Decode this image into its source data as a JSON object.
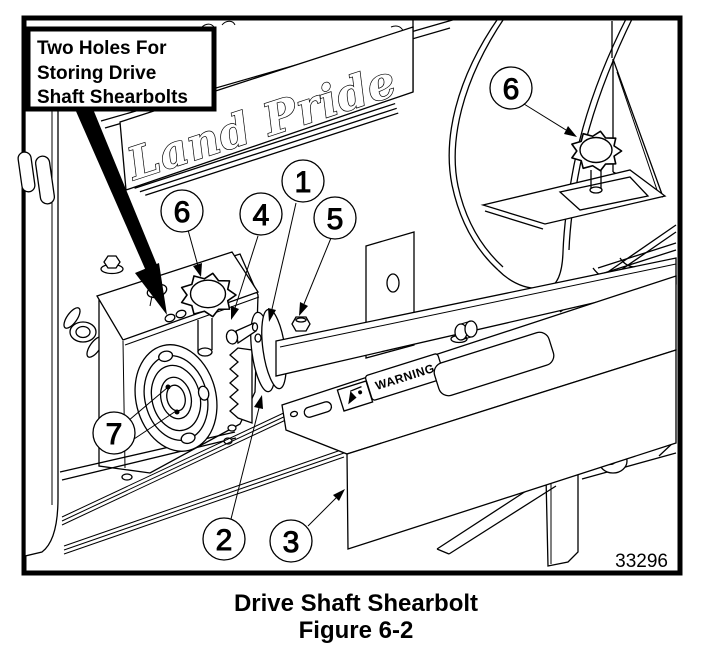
{
  "figure": {
    "callout_box": {
      "line1": "Two Holes For",
      "line2": "Storing Drive",
      "line3": "Shaft Shearbolts"
    },
    "logo_text": "Land Pride",
    "warning_text": "WARNING",
    "part_number": "33296",
    "caption": {
      "title": "Drive Shaft Shearbolt",
      "figure_label": "Figure 6-2"
    },
    "callouts": [
      {
        "id": "drive-shaft-coupler",
        "label": "1"
      },
      {
        "id": "shear-coupling",
        "label": "2"
      },
      {
        "id": "shield",
        "label": "3"
      },
      {
        "id": "shearbolt",
        "label": "4"
      },
      {
        "id": "nut",
        "label": "5"
      },
      {
        "id": "storage-knob-left",
        "label": "6"
      },
      {
        "id": "storage-knob-right",
        "label": "6"
      },
      {
        "id": "bearing-set-screws",
        "label": "7"
      }
    ],
    "colors": {
      "line": "#000000",
      "background": "#ffffff"
    }
  }
}
